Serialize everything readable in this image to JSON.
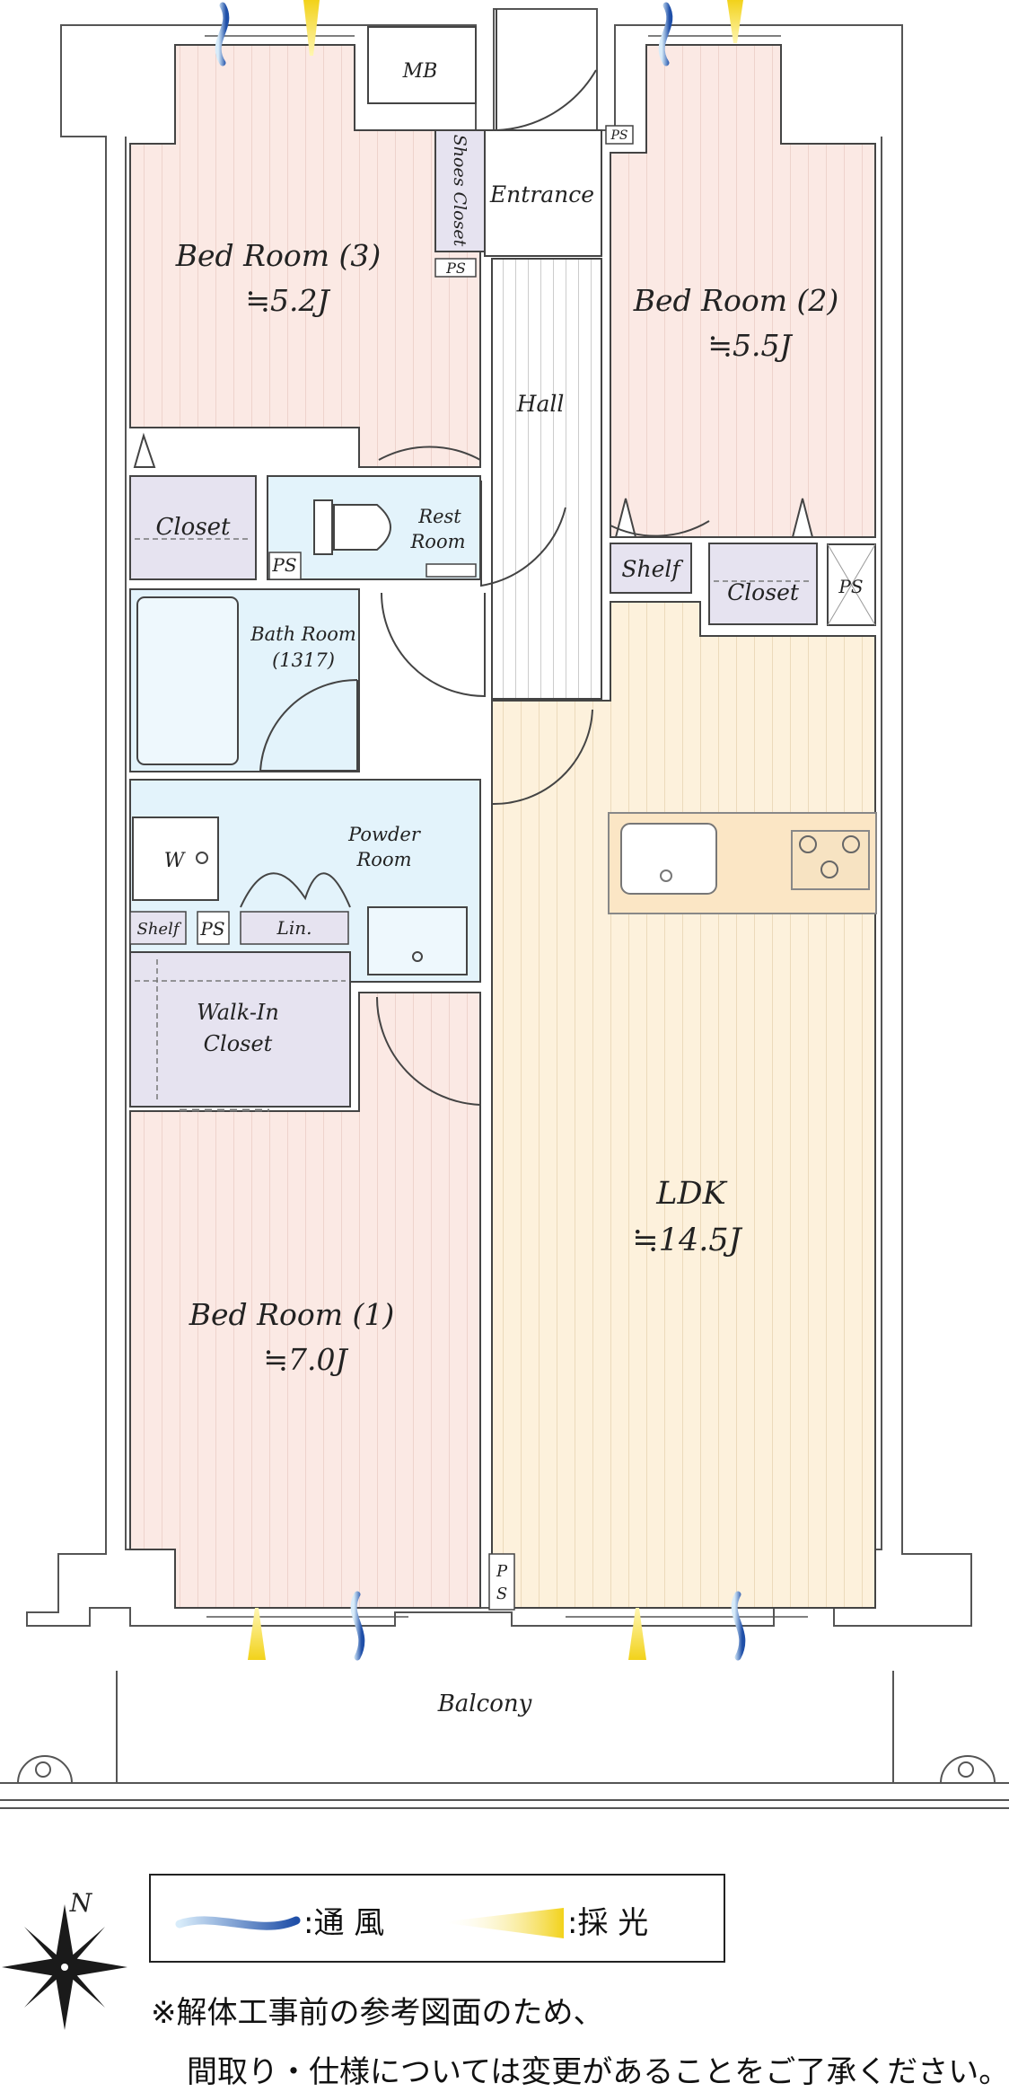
{
  "rooms": {
    "bed3": {
      "name": "Bed Room (3)",
      "size": "≒5.2J"
    },
    "bed2": {
      "name": "Bed Room (2)",
      "size": "≒5.5J"
    },
    "bed1": {
      "name": "Bed Room (1)",
      "size": "≒7.0J"
    },
    "ldk": {
      "name": "LDK",
      "size": "≒14.5J"
    },
    "mb": "MB",
    "entrance": "Entrance",
    "shoes_closet": "Shoes Closet",
    "hall": "Hall",
    "closet_left": "Closet",
    "closet_right": "Closet",
    "shelf_right": "Shelf",
    "shelf_left": "Shelf",
    "rest_room": [
      "Rest",
      "Room"
    ],
    "bath_room": [
      "Bath Room",
      "(1317)"
    ],
    "powder_room": [
      "Powder",
      "Room"
    ],
    "washer": "W",
    "linen": "Lin.",
    "walk_in_closet": [
      "Walk-In",
      "Closet"
    ],
    "ps": "PS",
    "ps_split": [
      "P",
      "S"
    ],
    "balcony": "Balcony"
  },
  "legend": {
    "ventilation": ":通 風",
    "daylight": ":採 光"
  },
  "compass": "N",
  "note": {
    "line1": "※解体工事前の参考図面のため、",
    "line2": "間取り・仕様については変更があることをご了承ください。"
  },
  "colors": {
    "bedroom_fill": "#fbe9e4",
    "ldk_fill": "#fdf1dc",
    "wet_fill": "#e3f3fb",
    "closet_fill": "#e6e3f0",
    "wall": "#444444",
    "wind": "#2f6fc0",
    "light": "#f2d21a"
  }
}
